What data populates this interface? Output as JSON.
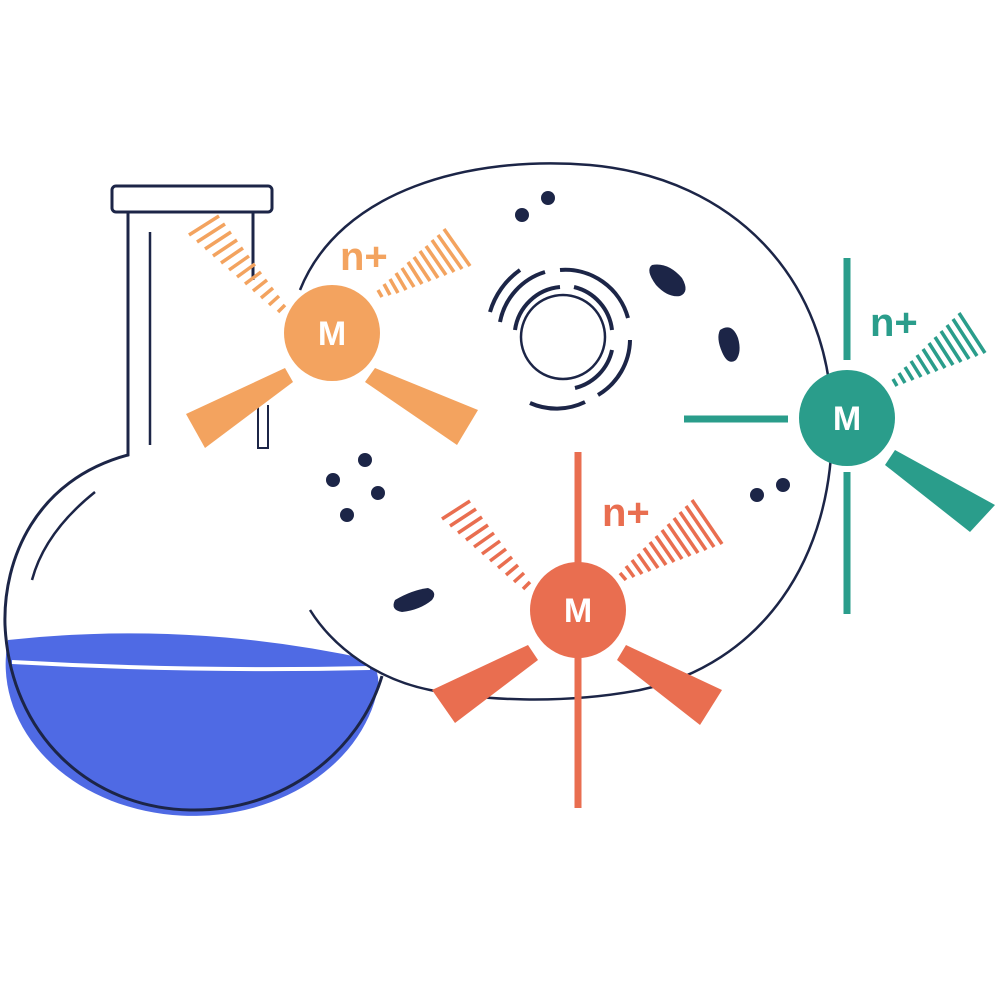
{
  "colors": {
    "outline": "#1c2547",
    "liquid": "#4f6ae4",
    "orange": "#f3a35f",
    "red": "#e96e50",
    "teal": "#2a9d8b",
    "background": "#ffffff"
  },
  "ions": [
    {
      "id": "orange",
      "symbol": "M",
      "charge": "n+",
      "color": "#f3a35f"
    },
    {
      "id": "red",
      "symbol": "M",
      "charge": "n+",
      "color": "#e96e50"
    },
    {
      "id": "teal",
      "symbol": "M",
      "charge": "n+",
      "color": "#2a9d8b"
    }
  ],
  "icons": [
    "round-bottom-flask-icon",
    "cell-icon",
    "nucleus-icon",
    "metal-ion-icon"
  ]
}
